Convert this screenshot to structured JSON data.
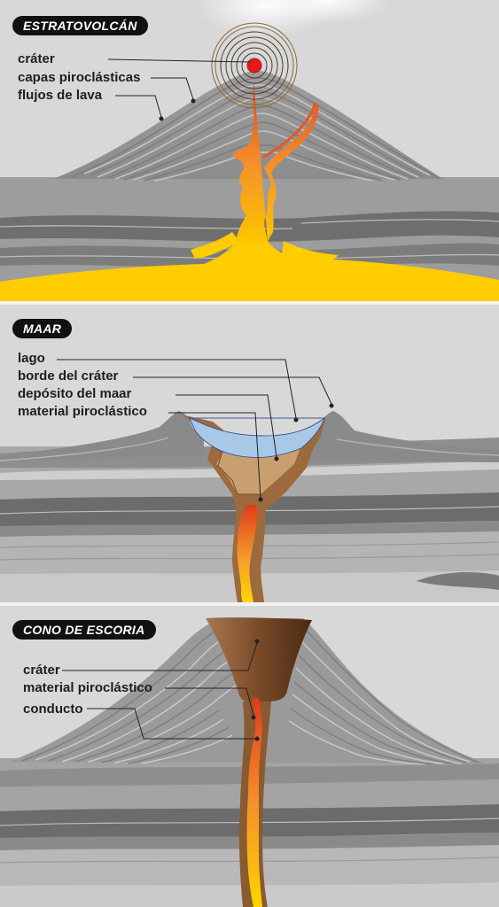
{
  "panels": [
    {
      "title": "ESTRATOVOLCÁN",
      "labels": [
        "cráter",
        "capas piroclásticas",
        "flujos de lava"
      ]
    },
    {
      "title": "MAAR",
      "labels": [
        "lago",
        "borde del cráter",
        "depósito del maar",
        "material piroclástico"
      ]
    },
    {
      "title": "CONO DE ESCORIA",
      "labels": [
        "cráter",
        "material piroclástico",
        "conducto"
      ]
    }
  ],
  "colors": {
    "background": "#d8d8d8",
    "rock_dark": "#7a7a7a",
    "rock_mid": "#9a9a9a",
    "rock_light": "#b5b5b5",
    "magma": "#f7a52a",
    "lava_red": "#e03a1e",
    "magma_yellow": "#ffcc00",
    "maar_deposit": "#c8a070",
    "maar_pyroclastic": "#9c6a3c",
    "lake": "#a8c8e8",
    "cone_brown": "#7a4a28",
    "crater_dot": "#e8141e"
  }
}
